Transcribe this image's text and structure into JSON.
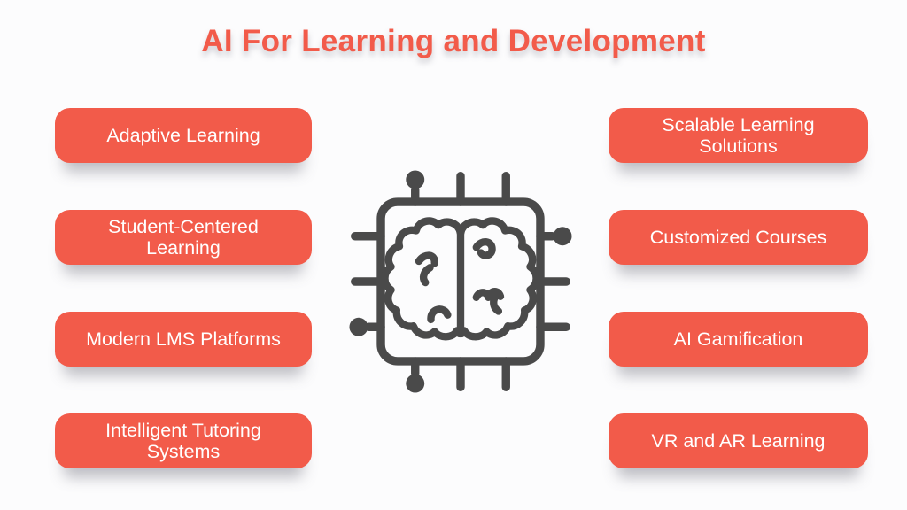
{
  "title": "AI For Learning and Development",
  "colors": {
    "accent": "#F25B4A",
    "button_text": "#FFFFFF",
    "icon_stroke": "#4A4A4A",
    "background": "#FCFCFD"
  },
  "left_column": {
    "items": [
      {
        "label": "Adaptive Learning"
      },
      {
        "label": "Student-Centered Learning"
      },
      {
        "label": "Modern LMS Platforms"
      },
      {
        "label": "Intelligent Tutoring Systems"
      }
    ]
  },
  "right_column": {
    "items": [
      {
        "label": "Scalable Learning Solutions"
      },
      {
        "label": "Customized Courses"
      },
      {
        "label": "AI Gamification"
      },
      {
        "label": "VR and AR Learning"
      }
    ]
  },
  "center": {
    "icon": "brain-chip-icon"
  }
}
